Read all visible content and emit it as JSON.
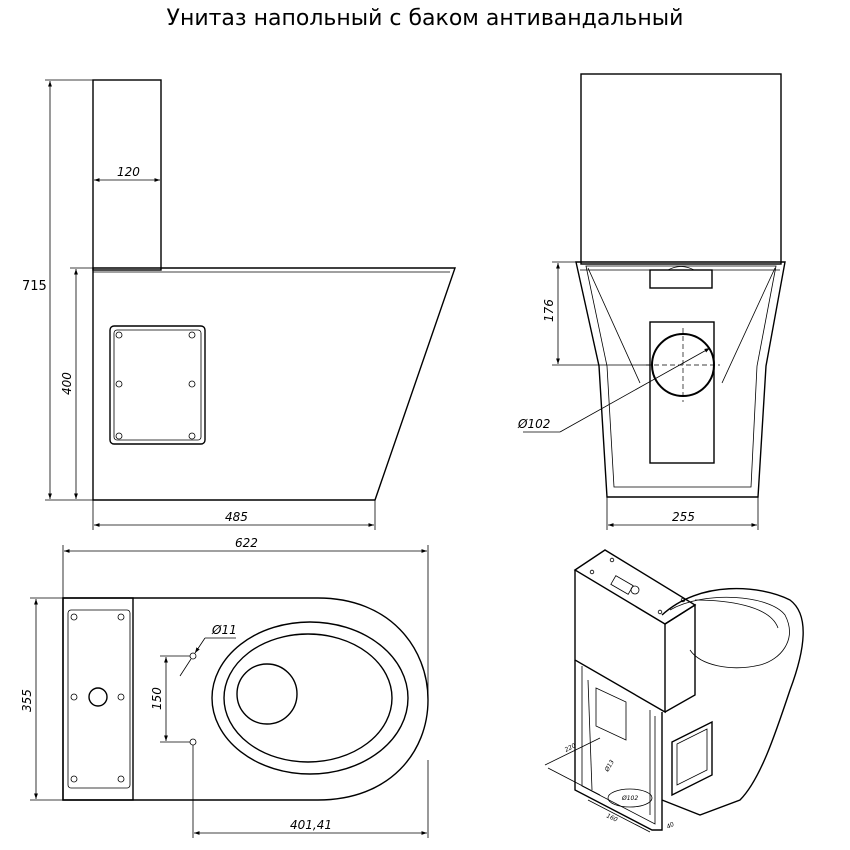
{
  "title": "Унитаз напольный с баком антивандальный",
  "dimensions": {
    "side": {
      "total_height": "715",
      "tank_width": "120",
      "bowl_height": "400",
      "length": "485"
    },
    "front": {
      "cistern_height": "176",
      "outlet_diameter": "Ø102",
      "base_width": "255"
    },
    "top": {
      "total_length": "622",
      "depth": "355",
      "hole_diameter": "Ø11",
      "hole_spacing": "150",
      "outlet_offset": "401,41"
    },
    "iso": {
      "outlet_width": "220",
      "hole_diameter": "Ø13",
      "outlet_diameter": "Ø102",
      "dim_a": "160",
      "dim_b": "40"
    }
  }
}
